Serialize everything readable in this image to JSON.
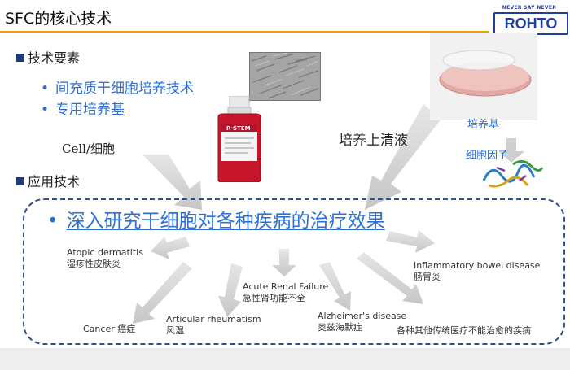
{
  "header": {
    "title": "SFC的核心技术"
  },
  "logo": {
    "tagline": "NEVER SAY NEVER",
    "brand": "ROHTO"
  },
  "sections": {
    "tech": {
      "label": "技术要素",
      "items": [
        "间充质干细胞培养技术",
        "专用培养基"
      ]
    },
    "apply": {
      "label": "应用技术"
    }
  },
  "labels": {
    "cell": "Cell/细胞",
    "supernatant": "培养上清液",
    "dish": "培养基",
    "cytokine": "细胞因子",
    "bottle_brand": "R·STEM"
  },
  "main": {
    "headline": "深入研究干细胞对各种疾病的治疗效果"
  },
  "diseases": {
    "atopic_en": "Atopic dermatitis",
    "atopic_cn": "湿疹性皮肤炎",
    "cancer": "Cancer 癌症",
    "arthritis_en": "Articular rheumatism",
    "arthritis_cn": "风湿",
    "renal_en": "Acute Renal Failure",
    "renal_cn": "急性肾功能不全",
    "alz_en": "Alzheimer's disease",
    "alz_cn": "奥兹海默症",
    "ibd_en": "Inflammatory bowel disease",
    "ibd_cn": "肠胃炎",
    "other": "各种其他传统医疗不能治愈的疾病"
  },
  "colors": {
    "accent": "#2c6fd6",
    "rule": "#e8a400",
    "arrow": "#d0d0d0",
    "dash": "#2c4f8f"
  }
}
